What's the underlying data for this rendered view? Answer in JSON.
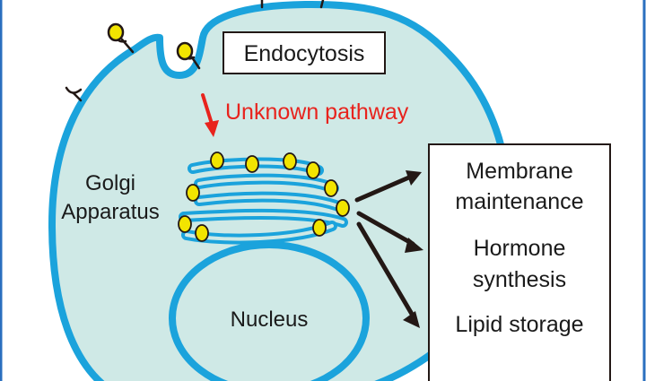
{
  "labels": {
    "endocytosis": "Endocytosis",
    "unknown_pathway": "Unknown pathway",
    "golgi_line1": "Golgi",
    "golgi_line2": "Apparatus",
    "nucleus": "Nucleus",
    "membrane_line1": "Membrane",
    "membrane_line2": "maintenance",
    "hormone_line1": "Hormone",
    "hormone_line2": "synthesis",
    "lipid_storage": "Lipid storage"
  },
  "colors": {
    "membrane_blue": "#1ba3dc",
    "cytoplasm": "#cfe9e6",
    "vesicle_yellow": "#f2e400",
    "arrow_red": "#e8231d",
    "arrow_dark": "#231815",
    "frame_blue": "#2a6fbf"
  },
  "icons": {
    "receptor": "receptor-y-icon",
    "ligand_receptor": "ligand-bound-receptor-icon",
    "vesicle": "lipid-vesicle-icon"
  }
}
